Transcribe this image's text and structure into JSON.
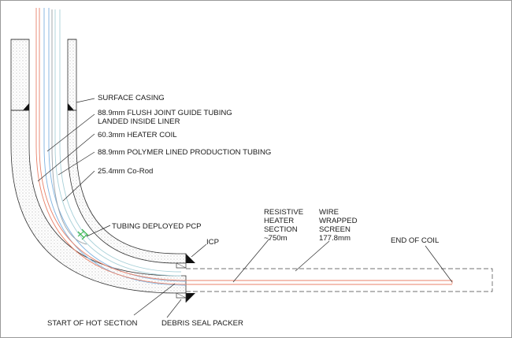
{
  "labels": {
    "surface_casing": "SURFACE CASING",
    "guide_tubing_1": "88.9mm FLUSH JOINT GUIDE TUBING",
    "guide_tubing_2": "LANDED INSIDE LINER",
    "heater_coil": "60.3mm HEATER COIL",
    "production_tubing": "88.9mm POLYMER LINED PRODUCTION TUBING",
    "co_rod": "25.4mm Co-Rod",
    "tubing_pcp": "TUBING DEPLOYED PCP",
    "icp": "ICP",
    "resistive_1": "RESISTIVE",
    "resistive_2": "HEATER",
    "resistive_3": "SECTION",
    "resistive_4": "~750m",
    "wire_1": "WIRE",
    "wire_2": "WRAPPED",
    "wire_3": "SCREEN",
    "wire_4": "177.8mm",
    "end_of_coil": "END OF COIL",
    "start_hot": "START OF HOT SECTION",
    "debris_packer": "DEBRIS SEAL PACKER"
  },
  "colors": {
    "heater_coil": "#e8826a",
    "guide_tubing": "#7fb3e0",
    "production_tubing": "#a8d0d8",
    "pcp": "#2fb344",
    "line": "#333333"
  }
}
